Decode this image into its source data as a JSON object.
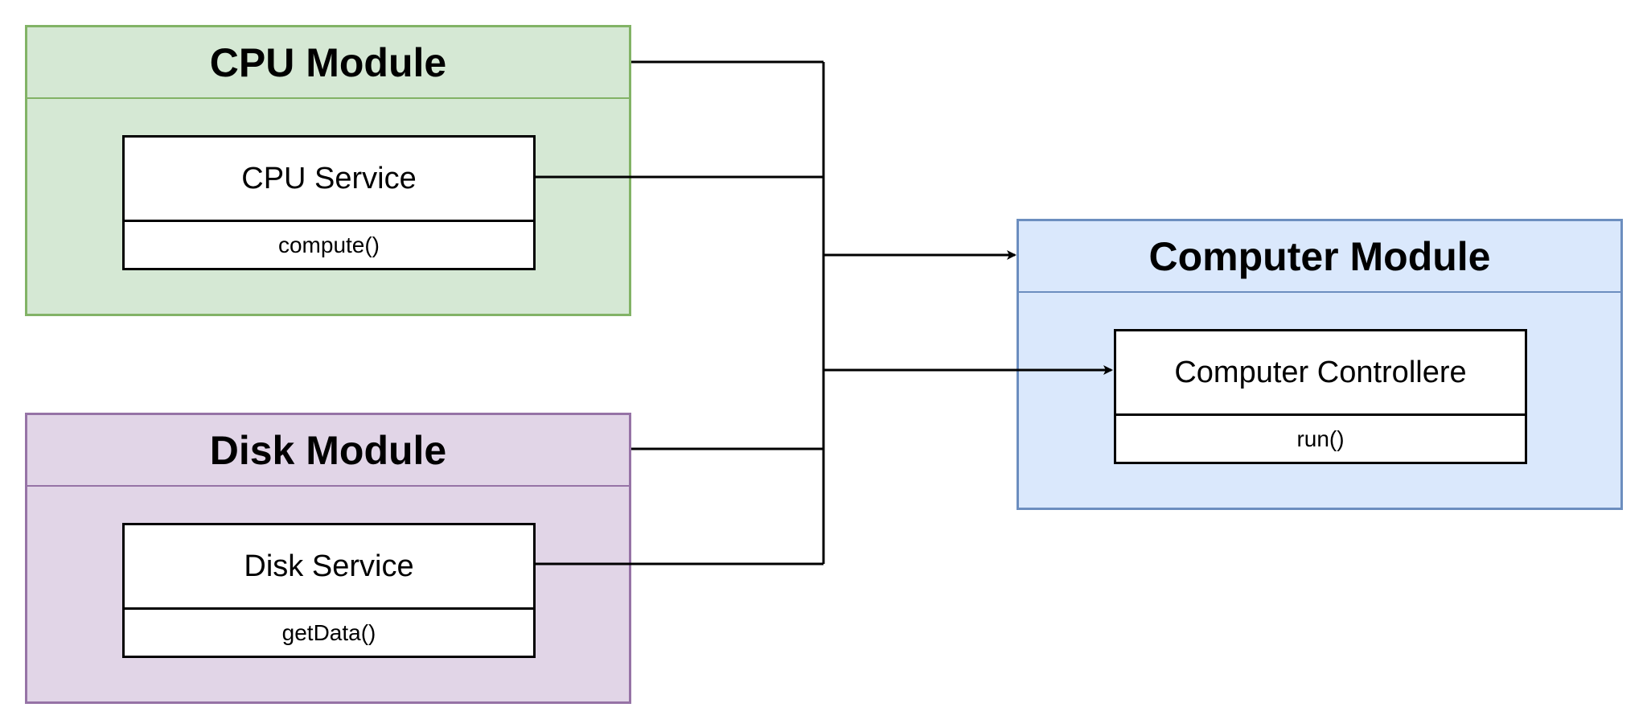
{
  "modules": {
    "cpu": {
      "title": "CPU Module",
      "fill": "#d5e8d4",
      "stroke": "#82b366",
      "service": {
        "name": "CPU Service",
        "method": "compute()"
      }
    },
    "disk": {
      "title": "Disk Module",
      "fill": "#e1d5e7",
      "stroke": "#9673a6",
      "service": {
        "name": "Disk Service",
        "method": "getData()"
      }
    },
    "computer": {
      "title": "Computer Module",
      "fill": "#dae8fc",
      "stroke": "#6c8ebf",
      "service": {
        "name": "Computer Controllere",
        "method": "run()"
      }
    }
  },
  "connector_color": "#000000"
}
